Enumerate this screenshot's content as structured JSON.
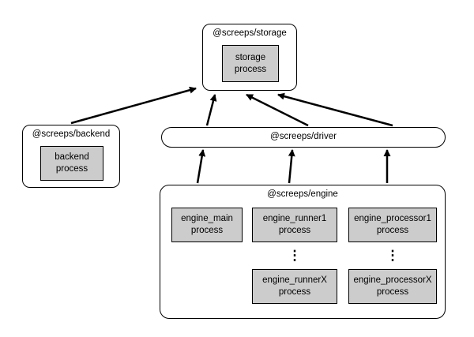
{
  "colors": {
    "process-fill": "#cccccc",
    "line": "#000000",
    "bg": "#ffffff"
  },
  "nodes": {
    "storage": {
      "label": "@screeps/storage",
      "process": "storage\nprocess"
    },
    "backend": {
      "label": "@screeps/backend",
      "process": "backend\nprocess"
    },
    "driver": {
      "label": "@screeps/driver"
    },
    "engine": {
      "label": "@screeps/engine",
      "main": "engine_main\nprocess",
      "runner1": "engine_runner1\nprocess",
      "runner_ellipsis": "⋮",
      "runnerX": "engine_runnerX\nprocess",
      "processor1": "engine_processor1\nprocess",
      "processor_ellipsis": "⋮",
      "processorX": "engine_processorX\nprocess"
    }
  }
}
